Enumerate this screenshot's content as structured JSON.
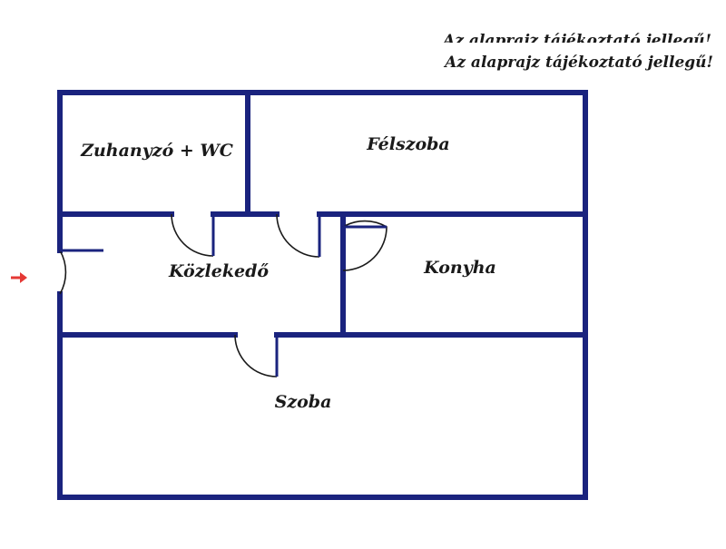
{
  "disclaimer": {
    "text": "Az alaprajz tájékoztató jellegű!"
  },
  "rooms": {
    "shower_wc": "Zuhanyzó + WC",
    "half_room": "Félszoba",
    "hallway": "Közlekedő",
    "kitchen": "Konyha",
    "room": "Szoba"
  },
  "colors": {
    "wall": "#1a237e",
    "door_leaf": "#1a237e",
    "door_arc": "#1a1a1a",
    "entrance_arrow": "#e53935",
    "text": "#1a1a1a"
  },
  "icons": {
    "entrance": "entrance-arrow-icon"
  }
}
